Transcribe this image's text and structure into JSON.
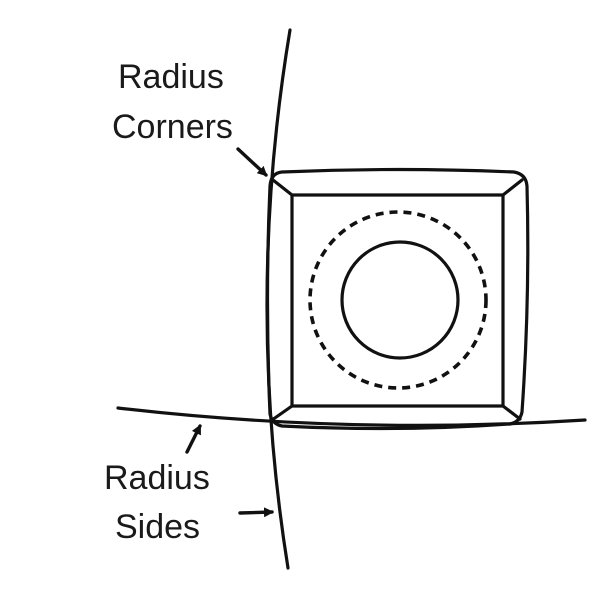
{
  "labels": {
    "top_line1": "Radius",
    "top_line2": "Corners",
    "bottom_line1": "Radius",
    "bottom_line2": "Sides"
  },
  "colors": {
    "line": "#111111",
    "text": "#1a1a1a",
    "background": "#ffffff"
  }
}
